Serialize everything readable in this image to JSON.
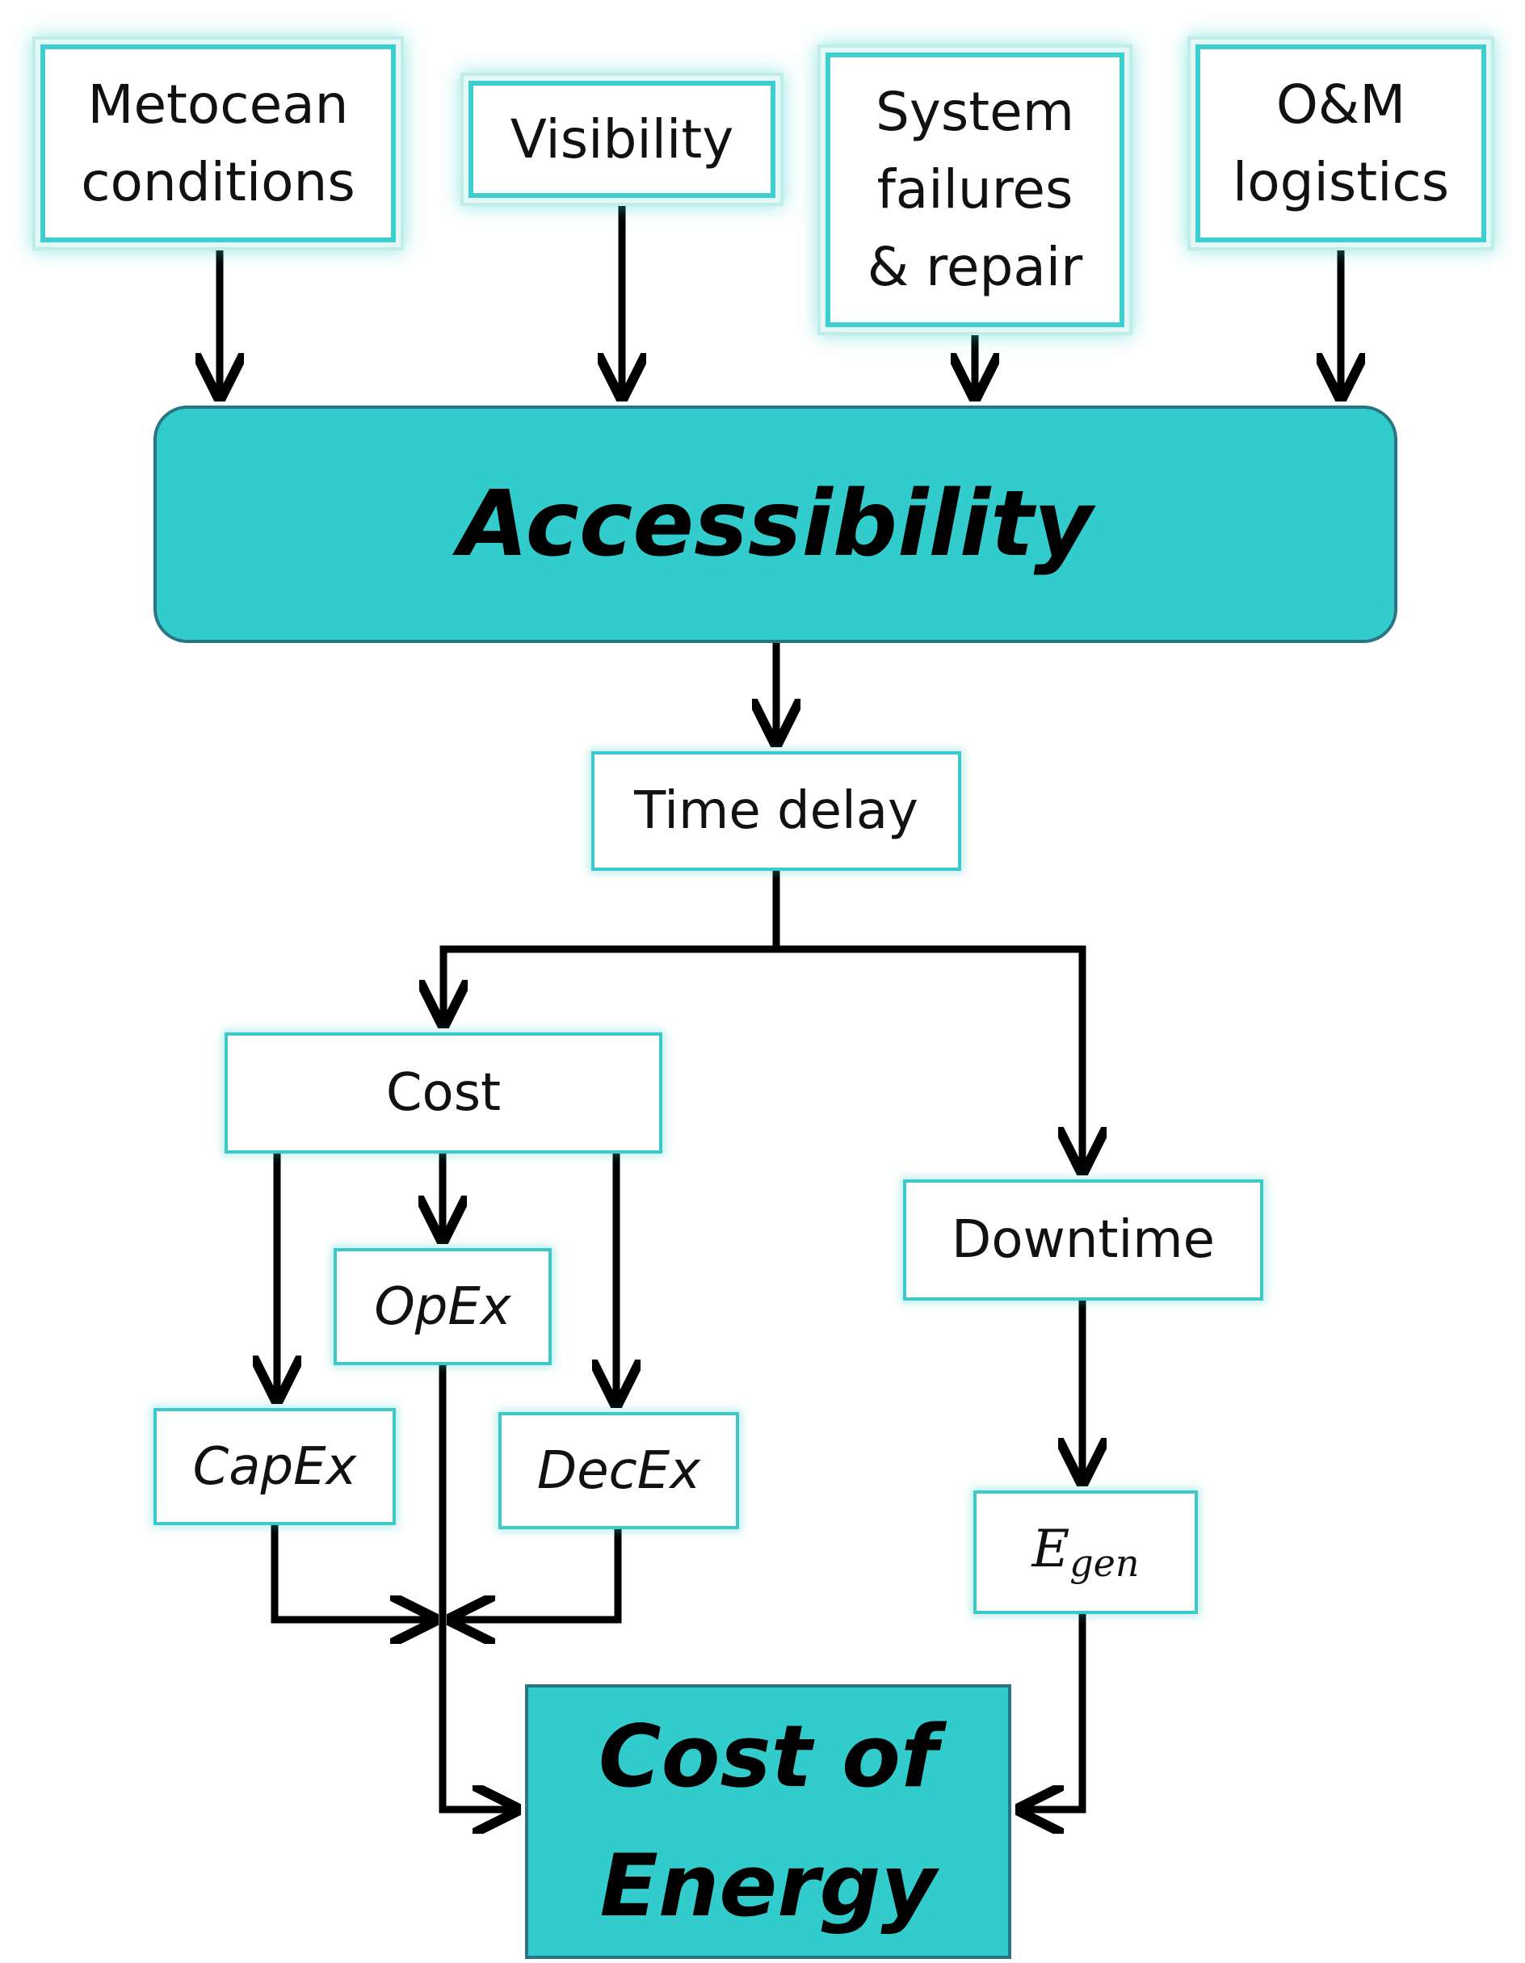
{
  "nodes": {
    "metocean": {
      "label": "Metocean conditions"
    },
    "visibility": {
      "label": "Visibility"
    },
    "failures": {
      "label": "System failures & repair"
    },
    "logistics": {
      "label": "O&M logistics"
    },
    "accessibility": {
      "label": "Accessibility"
    },
    "time_delay": {
      "label": "Time delay"
    },
    "cost": {
      "label": "Cost"
    },
    "downtime": {
      "label": "Downtime"
    },
    "opex": {
      "label": "OpEx"
    },
    "capex": {
      "label": "CapEx"
    },
    "decex": {
      "label": "DecEx"
    },
    "egen": {
      "label": "E",
      "sub": "gen"
    },
    "coe": {
      "label": "Cost of Energy"
    }
  },
  "edges": [
    [
      "metocean",
      "accessibility"
    ],
    [
      "visibility",
      "accessibility"
    ],
    [
      "failures",
      "accessibility"
    ],
    [
      "logistics",
      "accessibility"
    ],
    [
      "accessibility",
      "time_delay"
    ],
    [
      "time_delay",
      "cost"
    ],
    [
      "time_delay",
      "downtime"
    ],
    [
      "cost",
      "capex"
    ],
    [
      "cost",
      "opex"
    ],
    [
      "cost",
      "decex"
    ],
    [
      "capex",
      "opex"
    ],
    [
      "decex",
      "opex"
    ],
    [
      "opex",
      "coe"
    ],
    [
      "downtime",
      "egen"
    ],
    [
      "egen",
      "coe"
    ]
  ],
  "colors": {
    "accent_fill": "#33cccc",
    "box_border": "#3ec9c9",
    "dark_border": "#2a7585",
    "arrow": "#000000"
  }
}
